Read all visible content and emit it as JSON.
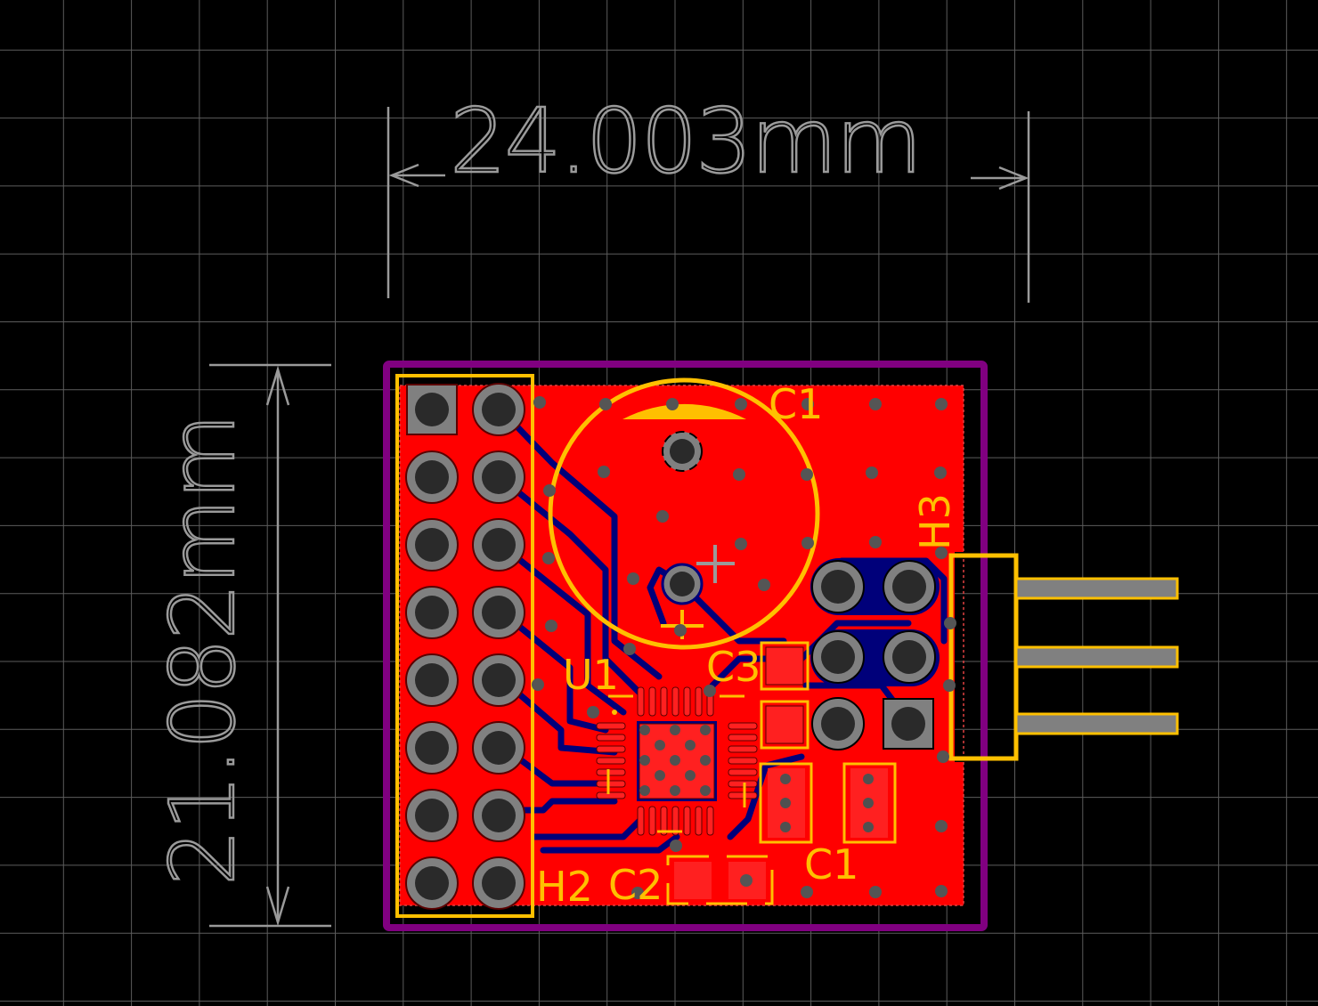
{
  "dimensions": {
    "width_label": "24.003mm",
    "height_label": "21.082mm"
  },
  "designators": {
    "c1_top": "C1",
    "h3": "H3",
    "c3": "C3",
    "u1": "U1",
    "c1_bottom": "C1",
    "h2": "H2",
    "c2": "C2"
  },
  "colors": {
    "background": "#000000",
    "grid": "#6e6e6e",
    "copper_top": "#ff0000",
    "copper_bottom": "#000080",
    "silkscreen": "#ffc000",
    "board_outline": "#800080",
    "dimension": "#a0a0a0",
    "pad_metal": "#808080",
    "drill_hole": "#2a2a2a"
  }
}
